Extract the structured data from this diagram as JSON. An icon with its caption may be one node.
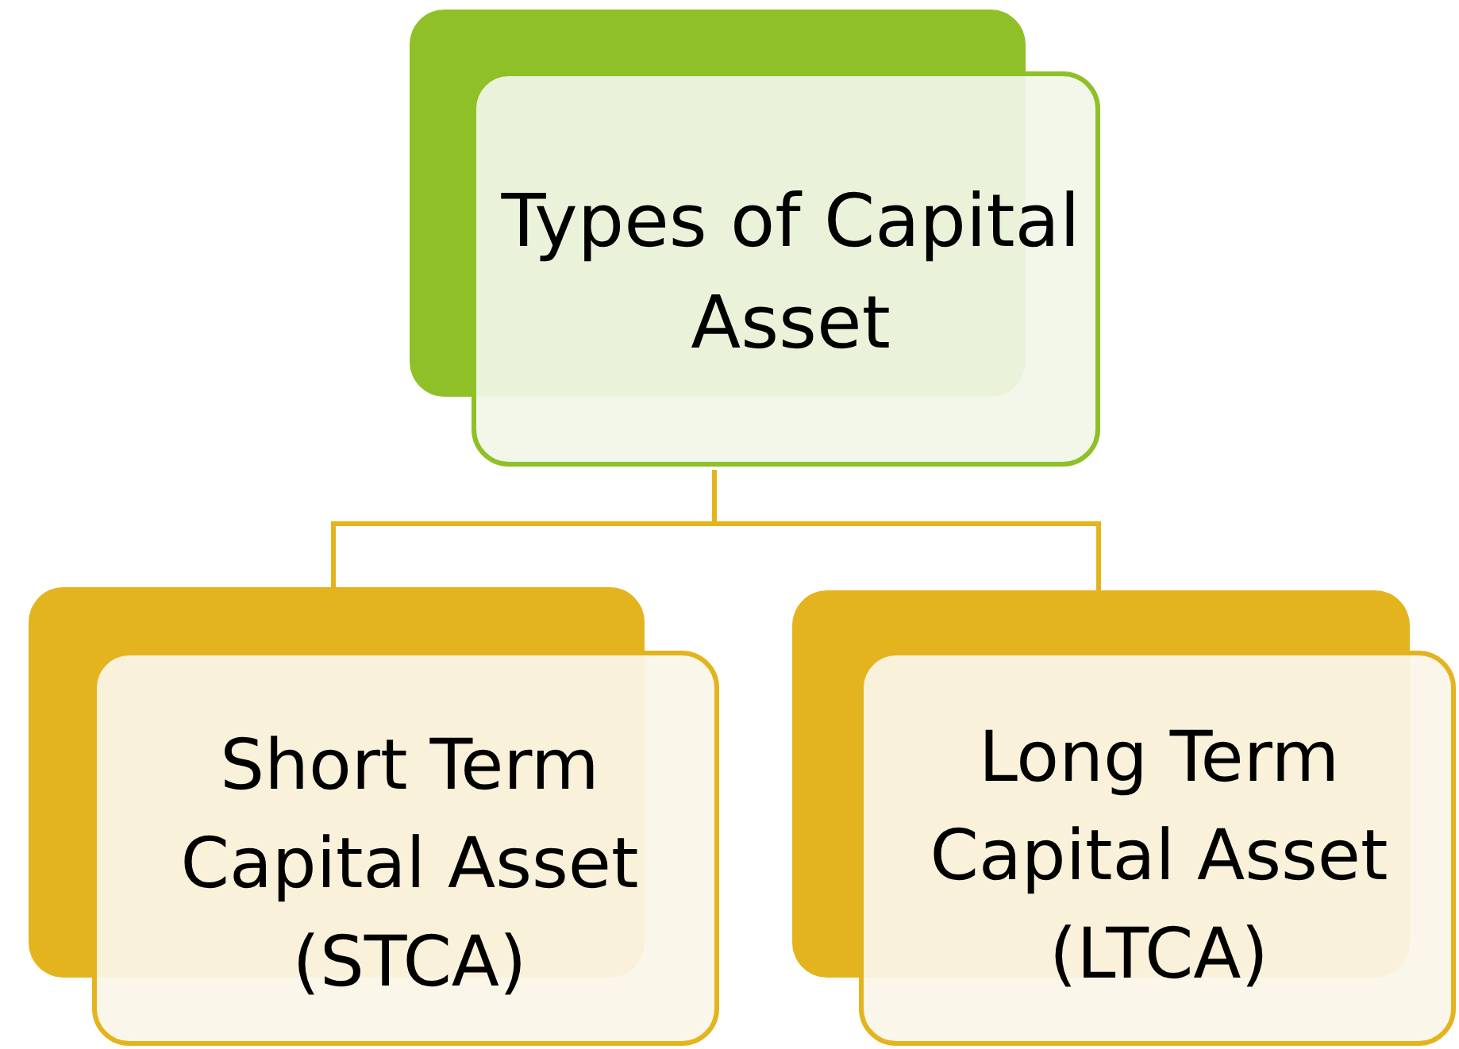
{
  "diagram": {
    "nodes": [
      {
        "text": [
          "Types of Capital Asset"
        ]
      },
      {
        "text": [
          "Short Term Capital Asset (STCA)"
        ]
      },
      {
        "text": [
          "Long Term Capital Asset (LTCA)"
        ]
      }
    ],
    "edges": [
      {
        "from": 0,
        "to": 1,
        "arrow": "none"
      },
      {
        "from": 0,
        "to": 2,
        "arrow": "none"
      }
    ]
  }
}
